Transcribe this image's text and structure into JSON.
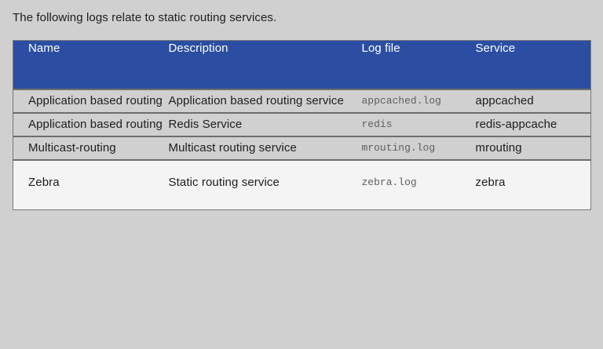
{
  "intro": {
    "text": "The following logs relate to static routing services."
  },
  "colors": {
    "header_background": "#2b4ea2",
    "header_text": "#ffffff",
    "page_background": "#d0d0d0",
    "row_background": "#d0d0d0",
    "last_row_background": "#f4f4f4",
    "row_separator": "#6e6e6e",
    "table_border": "#7a7a7a",
    "body_text": "#1d1d1d",
    "logfile_text": "#5f5f5f"
  },
  "table": {
    "columns": [
      {
        "key": "name",
        "label": "Name"
      },
      {
        "key": "description",
        "label": "Description"
      },
      {
        "key": "log_file",
        "label": "Log file"
      },
      {
        "key": "service",
        "label": "Service"
      }
    ],
    "rows": [
      {
        "name": "Application based routing",
        "description": "Application based routing service",
        "log_file": "appcached.log",
        "service": "appcached"
      },
      {
        "name": "Application based routing",
        "description": "Redis Service",
        "log_file": "redis",
        "service": "redis-appcache"
      },
      {
        "name": "Multicast-routing",
        "description": "Multicast routing service",
        "log_file": "mrouting.log",
        "service": "mrouting"
      },
      {
        "name": "Zebra",
        "description": "Static routing service",
        "log_file": "zebra.log",
        "service": "zebra"
      }
    ]
  }
}
